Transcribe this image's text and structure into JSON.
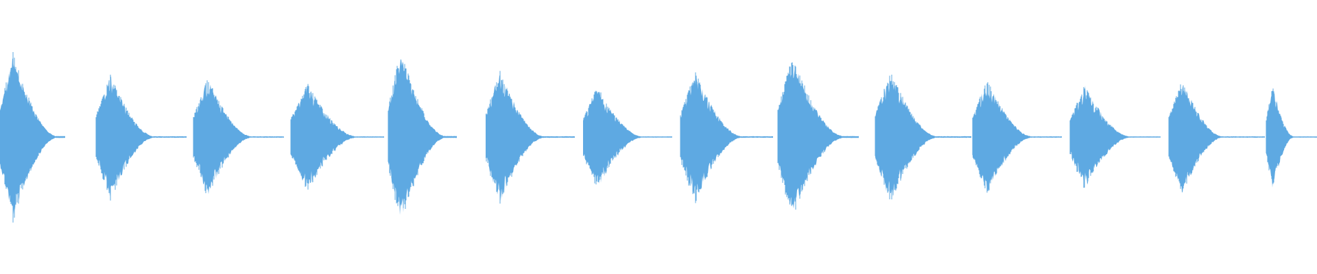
{
  "waveform": {
    "color": "#5ea9e2",
    "background": "#ffffff",
    "hits": [
      {
        "peak": 0.92,
        "attack": 0.2,
        "decay": 0.64,
        "noise": 0.06
      },
      {
        "peak": 0.68,
        "attack": 0.16,
        "decay": 0.46,
        "noise": 0.08
      },
      {
        "peak": 0.64,
        "attack": 0.16,
        "decay": 0.46,
        "noise": 0.08
      },
      {
        "peak": 0.58,
        "attack": 0.18,
        "decay": 0.5,
        "noise": 0.09
      },
      {
        "peak": 0.94,
        "attack": 0.18,
        "decay": 0.62,
        "noise": 0.06
      },
      {
        "peak": 0.72,
        "attack": 0.16,
        "decay": 0.47,
        "noise": 0.08
      },
      {
        "peak": 0.56,
        "attack": 0.16,
        "decay": 0.48,
        "noise": 0.09
      },
      {
        "peak": 0.71,
        "attack": 0.16,
        "decay": 0.48,
        "noise": 0.08
      },
      {
        "peak": 0.88,
        "attack": 0.18,
        "decay": 0.6,
        "noise": 0.06
      },
      {
        "peak": 0.72,
        "attack": 0.16,
        "decay": 0.46,
        "noise": 0.08
      },
      {
        "peak": 0.63,
        "attack": 0.16,
        "decay": 0.48,
        "noise": 0.08
      },
      {
        "peak": 0.56,
        "attack": 0.16,
        "decay": 0.48,
        "noise": 0.09
      },
      {
        "peak": 0.62,
        "attack": 0.14,
        "decay": 0.4,
        "noise": 0.08
      },
      {
        "peak": 0.56,
        "attack": 0.12,
        "decay": 0.4,
        "noise": 0.09
      }
    ]
  }
}
